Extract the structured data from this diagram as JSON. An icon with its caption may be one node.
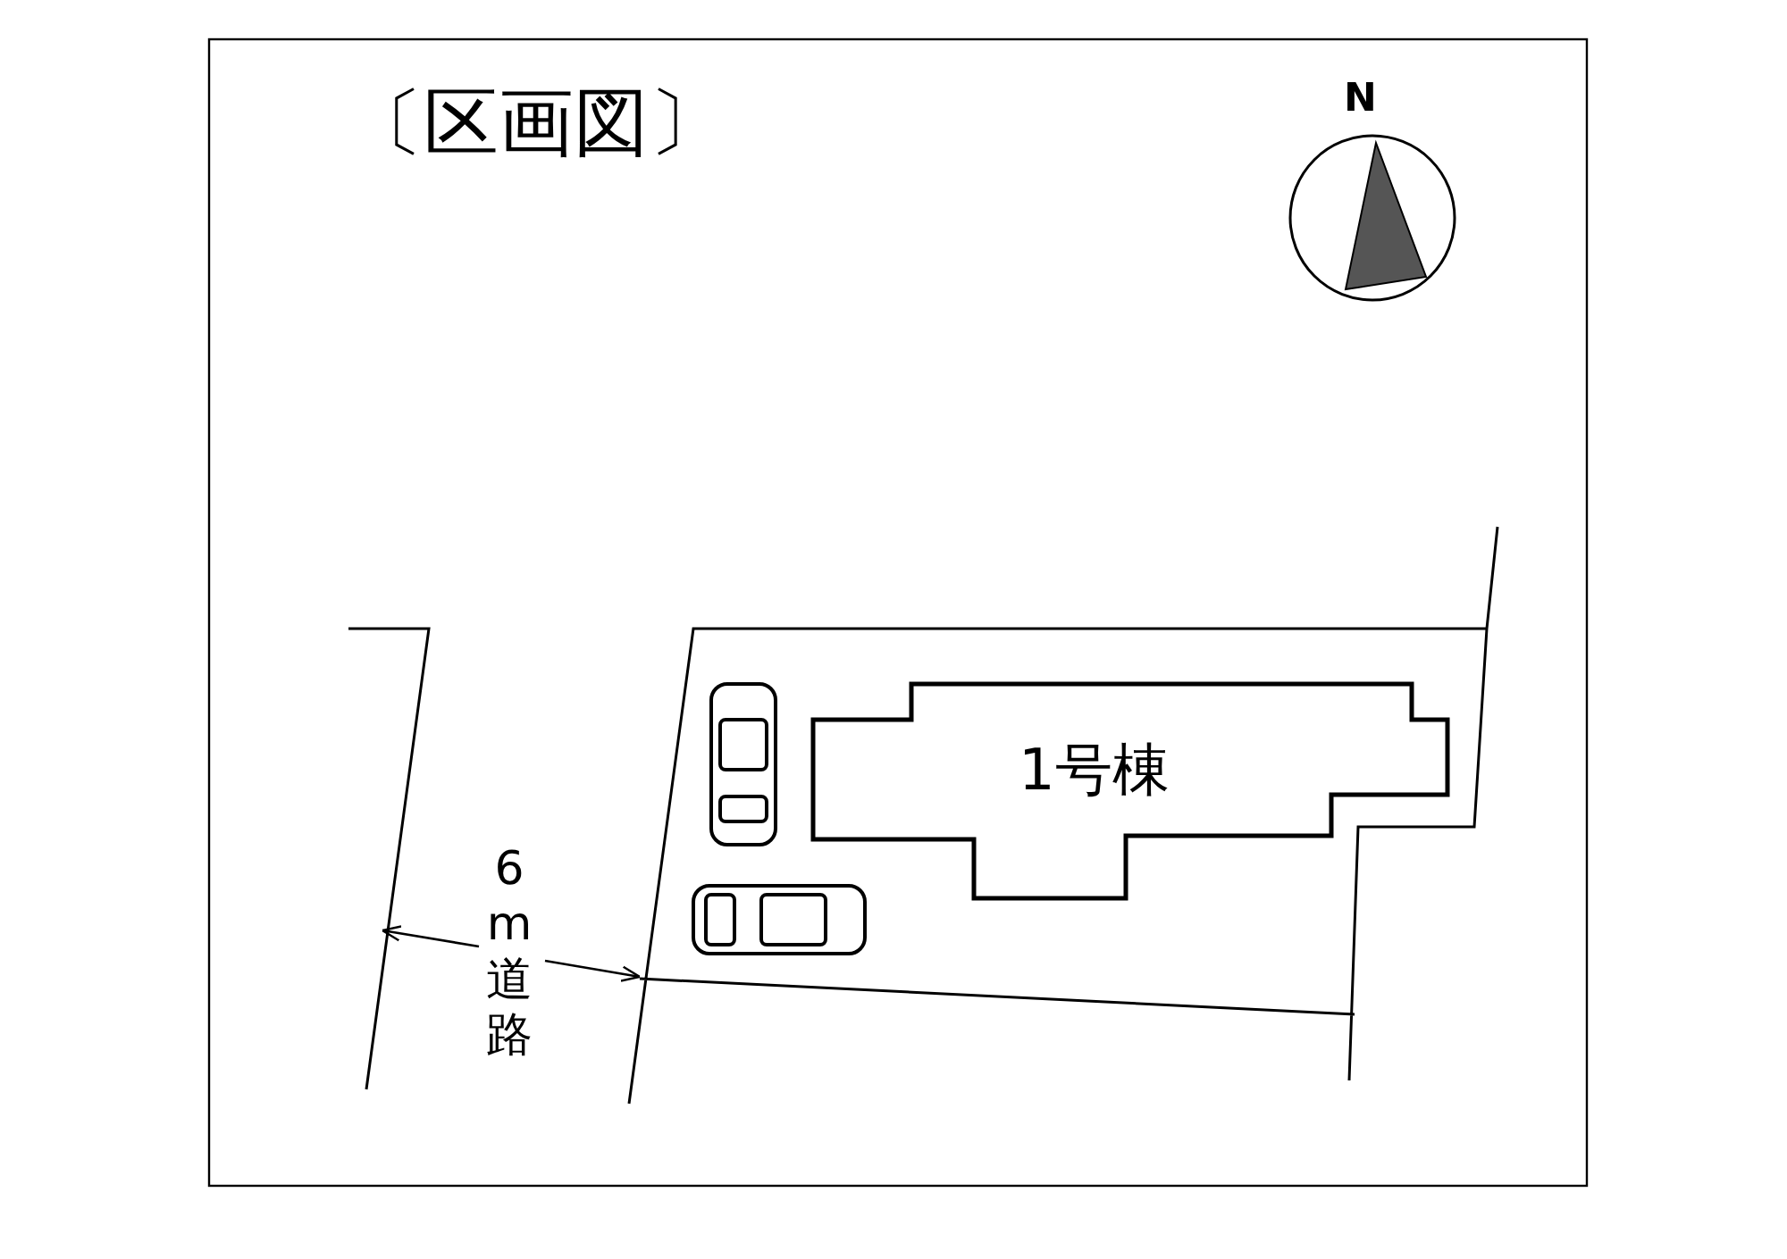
{
  "diagram": {
    "title": "〔区画図〕",
    "nodes": [
      {
        "text": [
          "1号棟"
        ]
      }
    ],
    "labels": [
      "N",
      "6m道路"
    ]
  }
}
